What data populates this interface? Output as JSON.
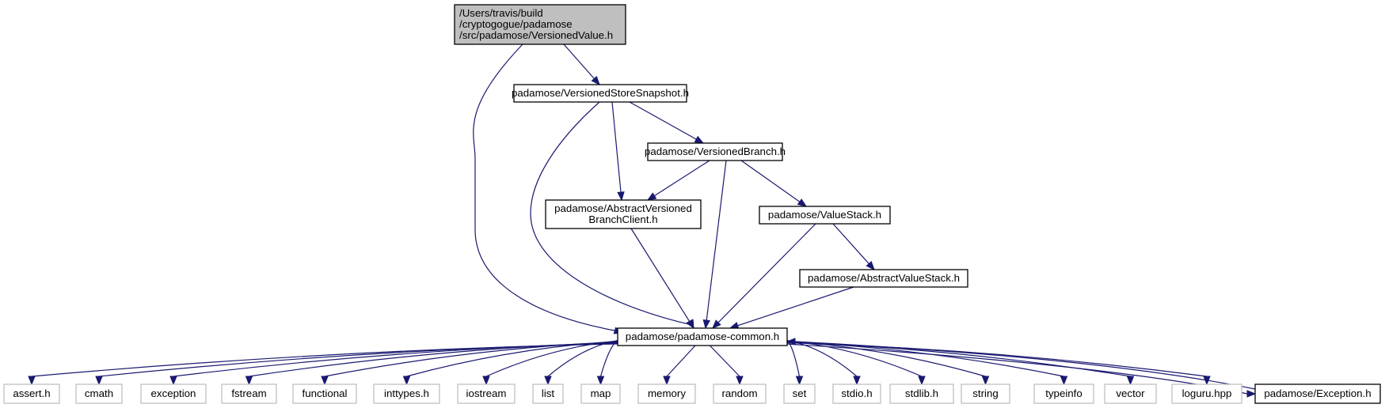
{
  "colors": {
    "edge": "#191970",
    "root_fill": "#bfbfbf",
    "node_stroke": "#000000",
    "external_stroke": "#bfbfbf",
    "text": "#000000"
  },
  "nodes": [
    {
      "id": "versioned-value",
      "kind": "root",
      "lines": [
        "/Users/travis/build",
        "/cryptogogue/padamose",
        "/src/padamose/VersionedValue.h"
      ]
    },
    {
      "id": "versioned-store-snapshot",
      "kind": "documented",
      "lines": [
        "padamose/VersionedStoreSnapshot.h"
      ]
    },
    {
      "id": "versioned-branch",
      "kind": "documented",
      "lines": [
        "padamose/VersionedBranch.h"
      ]
    },
    {
      "id": "abstract-versioned-branch-client",
      "kind": "documented",
      "lines": [
        "padamose/AbstractVersioned",
        "BranchClient.h"
      ]
    },
    {
      "id": "value-stack",
      "kind": "documented",
      "lines": [
        "padamose/ValueStack.h"
      ]
    },
    {
      "id": "abstract-value-stack",
      "kind": "documented",
      "lines": [
        "padamose/AbstractValueStack.h"
      ]
    },
    {
      "id": "padamose-common",
      "kind": "documented",
      "lines": [
        "padamose/padamose-common.h"
      ]
    },
    {
      "id": "assert-h",
      "kind": "external",
      "lines": [
        "assert.h"
      ]
    },
    {
      "id": "cmath",
      "kind": "external",
      "lines": [
        "cmath"
      ]
    },
    {
      "id": "exception",
      "kind": "external",
      "lines": [
        "exception"
      ]
    },
    {
      "id": "fstream",
      "kind": "external",
      "lines": [
        "fstream"
      ]
    },
    {
      "id": "functional",
      "kind": "external",
      "lines": [
        "functional"
      ]
    },
    {
      "id": "inttypes-h",
      "kind": "external",
      "lines": [
        "inttypes.h"
      ]
    },
    {
      "id": "iostream",
      "kind": "external",
      "lines": [
        "iostream"
      ]
    },
    {
      "id": "list",
      "kind": "external",
      "lines": [
        "list"
      ]
    },
    {
      "id": "map",
      "kind": "external",
      "lines": [
        "map"
      ]
    },
    {
      "id": "memory",
      "kind": "external",
      "lines": [
        "memory"
      ]
    },
    {
      "id": "random",
      "kind": "external",
      "lines": [
        "random"
      ]
    },
    {
      "id": "set",
      "kind": "external",
      "lines": [
        "set"
      ]
    },
    {
      "id": "stdio-h",
      "kind": "external",
      "lines": [
        "stdio.h"
      ]
    },
    {
      "id": "stdlib-h",
      "kind": "external",
      "lines": [
        "stdlib.h"
      ]
    },
    {
      "id": "string",
      "kind": "external",
      "lines": [
        "string"
      ]
    },
    {
      "id": "typeinfo",
      "kind": "external",
      "lines": [
        "typeinfo"
      ]
    },
    {
      "id": "vector",
      "kind": "external",
      "lines": [
        "vector"
      ]
    },
    {
      "id": "loguru-hpp",
      "kind": "external",
      "lines": [
        "loguru.hpp"
      ]
    },
    {
      "id": "padamose-exception",
      "kind": "documented",
      "lines": [
        "padamose/Exception.h"
      ]
    }
  ],
  "edges": [
    {
      "from": "versioned-value",
      "to": "versioned-store-snapshot"
    },
    {
      "from": "versioned-value",
      "to": "padamose-common"
    },
    {
      "from": "versioned-store-snapshot",
      "to": "versioned-branch"
    },
    {
      "from": "versioned-store-snapshot",
      "to": "abstract-versioned-branch-client"
    },
    {
      "from": "versioned-store-snapshot",
      "to": "padamose-common"
    },
    {
      "from": "versioned-branch",
      "to": "abstract-versioned-branch-client"
    },
    {
      "from": "versioned-branch",
      "to": "value-stack"
    },
    {
      "from": "versioned-branch",
      "to": "padamose-common"
    },
    {
      "from": "abstract-versioned-branch-client",
      "to": "padamose-common"
    },
    {
      "from": "value-stack",
      "to": "abstract-value-stack"
    },
    {
      "from": "value-stack",
      "to": "padamose-common"
    },
    {
      "from": "abstract-value-stack",
      "to": "padamose-common"
    },
    {
      "from": "padamose-common",
      "to": "assert-h"
    },
    {
      "from": "padamose-common",
      "to": "cmath"
    },
    {
      "from": "padamose-common",
      "to": "exception"
    },
    {
      "from": "padamose-common",
      "to": "fstream"
    },
    {
      "from": "padamose-common",
      "to": "functional"
    },
    {
      "from": "padamose-common",
      "to": "inttypes-h"
    },
    {
      "from": "padamose-common",
      "to": "iostream"
    },
    {
      "from": "padamose-common",
      "to": "list"
    },
    {
      "from": "padamose-common",
      "to": "map"
    },
    {
      "from": "padamose-common",
      "to": "memory"
    },
    {
      "from": "padamose-common",
      "to": "random"
    },
    {
      "from": "padamose-common",
      "to": "set"
    },
    {
      "from": "padamose-common",
      "to": "stdio-h"
    },
    {
      "from": "padamose-common",
      "to": "stdlib-h"
    },
    {
      "from": "padamose-common",
      "to": "string"
    },
    {
      "from": "padamose-common",
      "to": "typeinfo"
    },
    {
      "from": "padamose-common",
      "to": "vector"
    },
    {
      "from": "padamose-common",
      "to": "loguru-hpp"
    },
    {
      "from": "padamose-common",
      "to": "padamose-exception"
    },
    {
      "from": "padamose-exception",
      "to": "padamose-common"
    }
  ]
}
